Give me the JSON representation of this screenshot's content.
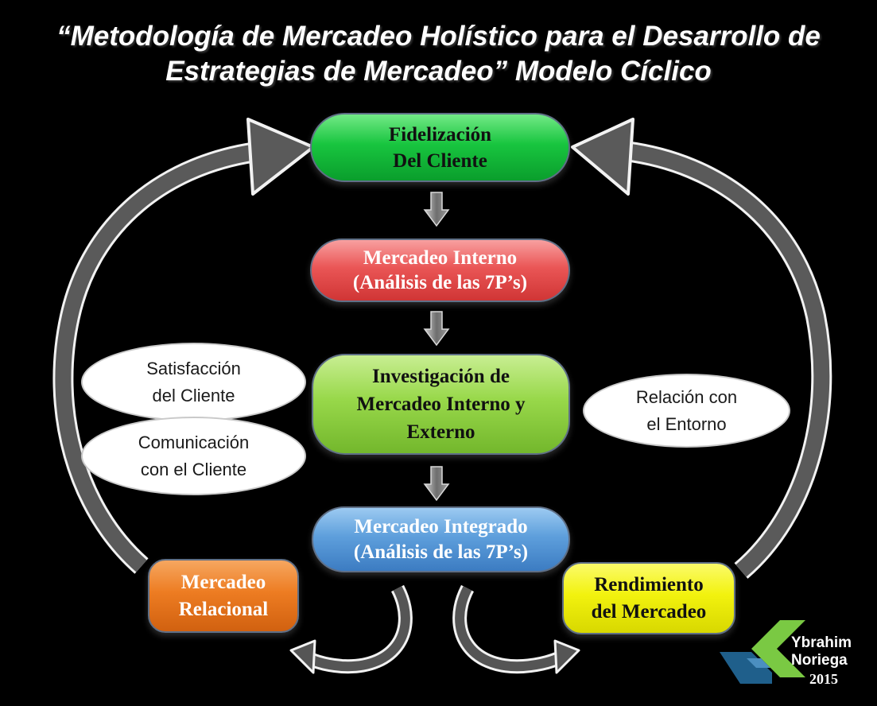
{
  "title": {
    "line1": "“Metodología de Mercadeo Holístico para el Desarrollo de",
    "line2": "Estrategias de Mercadeo” Modelo Cíclico"
  },
  "boxes": {
    "fidelizacion": {
      "line1": "Fidelización",
      "line2": "Del Cliente",
      "color": "#18c53f"
    },
    "mercadeo_interno": {
      "line1": "Mercadeo Interno",
      "line2": "(Análisis de las 7P’s)",
      "color": "#ea5656"
    },
    "investigacion": {
      "line1": "Investigación de",
      "line2": "Mercadeo Interno y",
      "line3": "Externo",
      "color": "#98d84a"
    },
    "mercadeo_integrado": {
      "line1": "Mercadeo Integrado",
      "line2": "(Análisis de las 7P’s)",
      "color": "#5e9fdc"
    },
    "mercadeo_relacional": {
      "line1": "Mercadeo",
      "line2": "Relacional",
      "color": "#ed7c22"
    },
    "rendimiento": {
      "line1": "Rendimiento",
      "line2": "del Mercadeo",
      "color": "#f2f20e"
    }
  },
  "bubbles": {
    "satisfaccion": {
      "line1": "Satisfacción",
      "line2": "del Cliente"
    },
    "comunicacion": {
      "line1": "Comunicación",
      "line2": "con el Cliente"
    },
    "entorno": {
      "line1": "Relación con",
      "line2": "el Entorno"
    }
  },
  "logo": {
    "name_first": "Ybrahim",
    "name_last": "Noriega",
    "year": "2015",
    "colors": {
      "green": "#7ac943",
      "blue": "#1f5f8b"
    }
  }
}
